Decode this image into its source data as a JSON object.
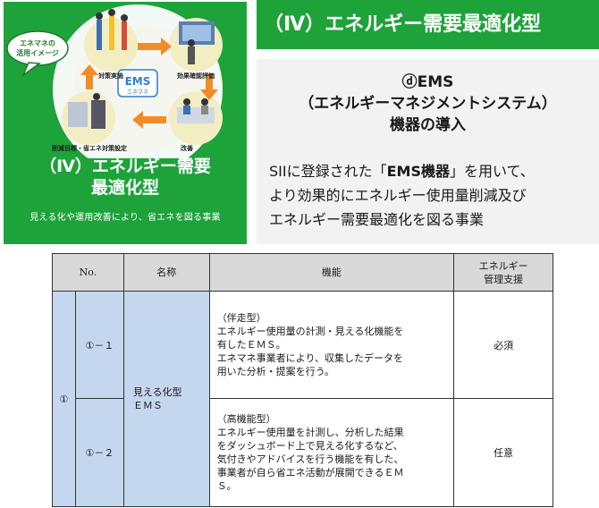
{
  "card": {
    "bubble": "エネマネの\n活用イメージ",
    "ems_logo": "EMS",
    "ems_logo_sub": "エネマネ",
    "step_top_left": "対策実施",
    "step_top_right": "効果確認評価",
    "step_bottom_left": "削減目標・省エネ対策設定",
    "step_bottom_right": "改善",
    "title_line1": "（Ⅳ）エネルギー需要",
    "title_line2": "最適化型",
    "subtitle": "見える化や運用改善により、省エネを図る事業"
  },
  "panel": {
    "header": "（Ⅳ）エネルギー需要最適化型",
    "title_line1": "ⓓEMS",
    "title_line2": "（エネルギーマネジメントシステム）",
    "title_line3": "機器の導入",
    "desc_line1_pre": "SIIに登録された「",
    "desc_line1_bold": "EMS機器",
    "desc_line1_post": "」を用いて、",
    "desc_line2": "より効果的にエネルギー使用量削減及び",
    "desc_line3": "エネルギー需要最適化を図る事業"
  },
  "table": {
    "headers": {
      "no": "No.",
      "name": "名称",
      "function": "機能",
      "support_line1": "エネルギー",
      "support_line2": "管理支援"
    },
    "group_no": "①",
    "group_name_line1": "見える化型",
    "group_name_line2": "ＥＭＳ",
    "rows": [
      {
        "no": "①－１",
        "func": "（伴走型）\nエネルギー使用量の計測・見える化機能を\n有したＥＭＳ。\nエネマネ事業者により、収集したデータを\n用いた分析・提案を行う。",
        "support": "必須"
      },
      {
        "no": "①－２",
        "func": "（高機能型）\nエネルギー使用量を計測し、分析した結果\nをダッシュボード上で見える化するなど、\n気付きやアドバイスを行う機能を有した、\n事業者が自ら省エネ活動が展開できるＥＭ\nＳ。",
        "support": "任意"
      }
    ]
  }
}
